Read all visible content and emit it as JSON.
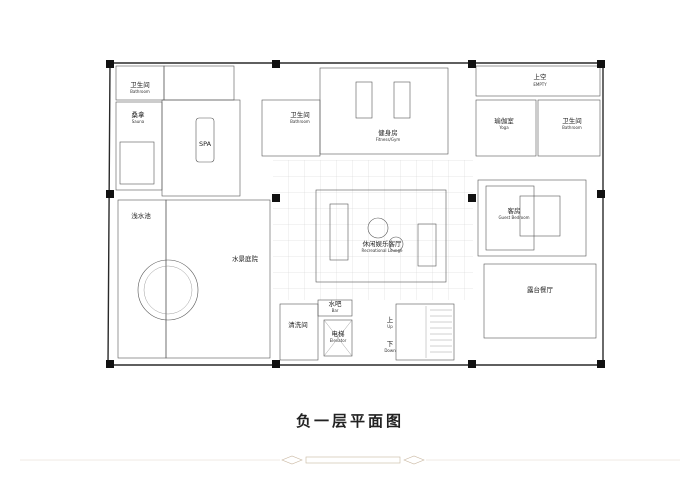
{
  "title": "负一层平面图",
  "rooms": [
    {
      "id": "wc-left",
      "cn": "卫生间",
      "en": "Bathroom"
    },
    {
      "id": "sauna",
      "cn": "桑拿",
      "en": "Sauna"
    },
    {
      "id": "spa",
      "cn": "SPA",
      "en": ""
    },
    {
      "id": "wc-mid",
      "cn": "卫生间",
      "en": "Bathroom"
    },
    {
      "id": "fitness",
      "cn": "健身房",
      "en": "Fitness/Gym"
    },
    {
      "id": "void",
      "cn": "上空",
      "en": "EMPTY"
    },
    {
      "id": "yoga",
      "cn": "瑜伽室",
      "en": "Yoga"
    },
    {
      "id": "wc-right",
      "cn": "卫生间",
      "en": "Bathroom"
    },
    {
      "id": "pool",
      "cn": "浅水池",
      "en": ""
    },
    {
      "id": "patio",
      "cn": "水景庭院",
      "en": ""
    },
    {
      "id": "lounge",
      "cn": "休闲娱乐客厅",
      "en": "Recreational Lounge"
    },
    {
      "id": "guest",
      "cn": "客房",
      "en": "Guest Bedroom"
    },
    {
      "id": "deck",
      "cn": "露台餐厅",
      "en": ""
    },
    {
      "id": "wash",
      "cn": "清洗间",
      "en": ""
    },
    {
      "id": "bar",
      "cn": "水吧",
      "en": "Bar"
    },
    {
      "id": "elevator",
      "cn": "电梯",
      "en": "Elevator"
    },
    {
      "id": "stair-up",
      "cn": "上",
      "en": "Up"
    },
    {
      "id": "stair-down",
      "cn": "下",
      "en": "Down"
    }
  ]
}
